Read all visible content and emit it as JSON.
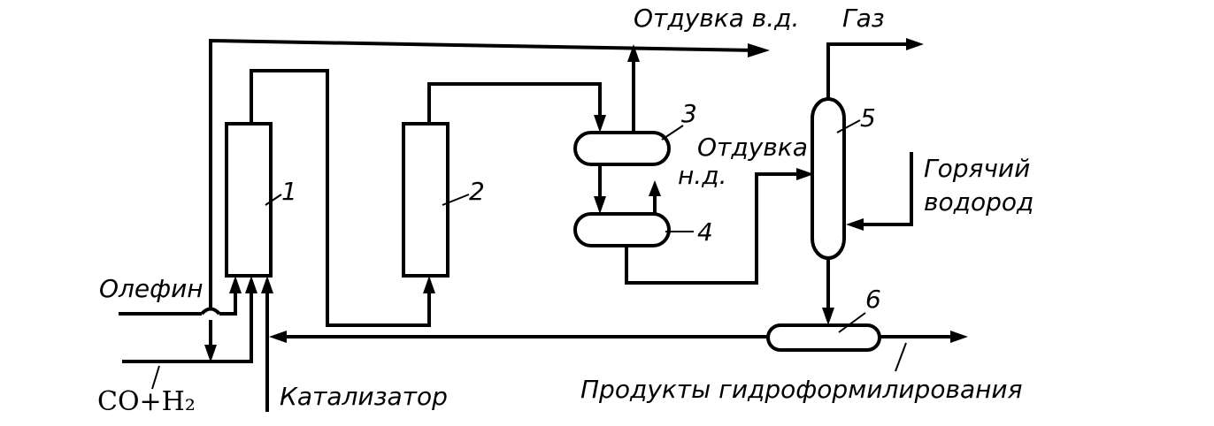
{
  "labels": {
    "olefin": "Олефин",
    "syngas": "CO+H₂",
    "catalyst": "Катализатор",
    "products": "Продукты гидроформилирования",
    "purge_hp": "Отдувка в.д.",
    "gas": "Газ",
    "purge_lp_1": "Отдувка",
    "purge_lp_2": "н.д.",
    "hot_h2_1": "Горячий",
    "hot_h2_2": "водород"
  },
  "units": {
    "u1": "1",
    "u2": "2",
    "u3": "3",
    "u4": "4",
    "u5": "5",
    "u6": "6"
  }
}
